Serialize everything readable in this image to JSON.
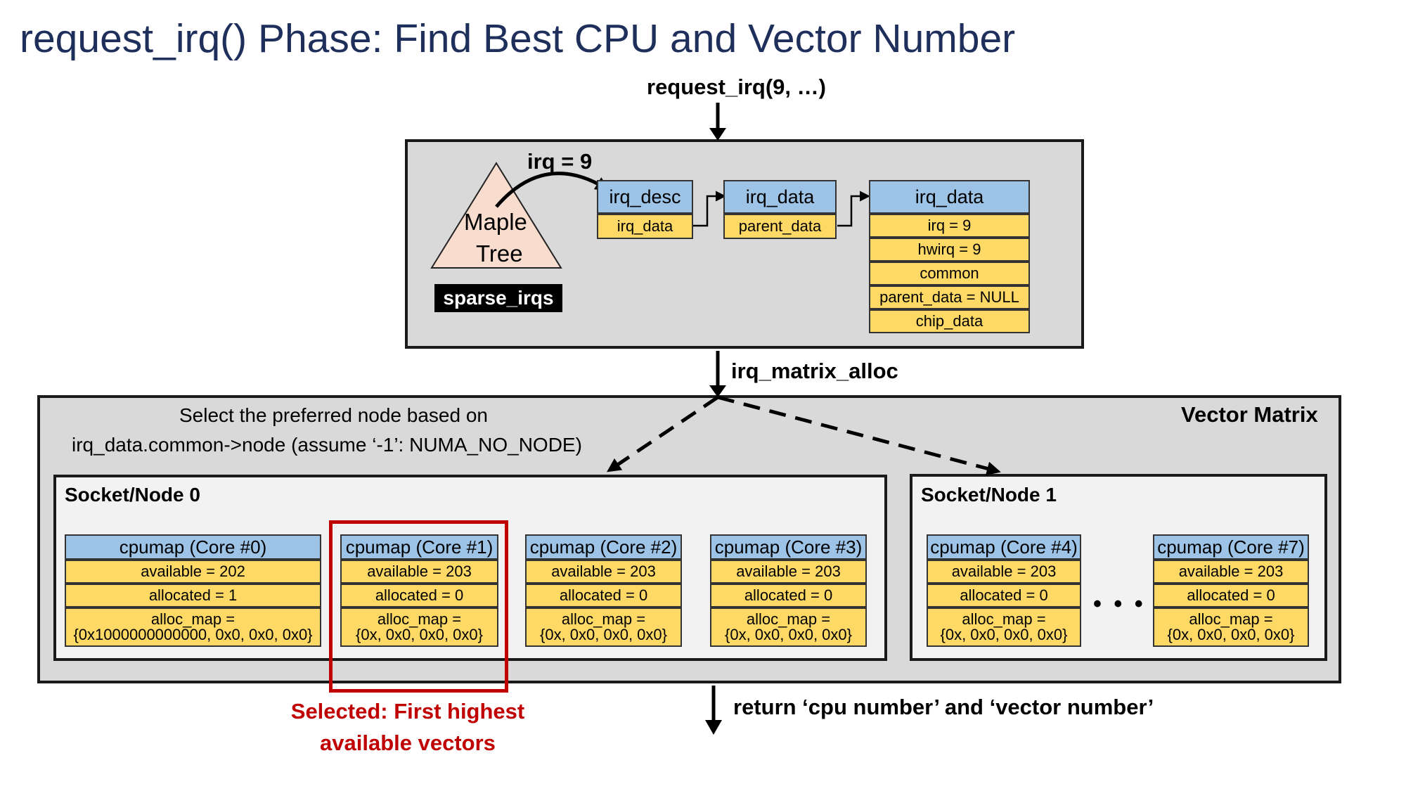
{
  "title": "request_irq() Phase: Find Best CPU and Vector Number",
  "entry_call": "request_irq(9, …)",
  "irq_label": "irq = 9",
  "maple_tree": {
    "line1": "Maple",
    "line2": "Tree",
    "tag": "sparse_irqs"
  },
  "irq_desc": {
    "header": "irq_desc",
    "field": "irq_data"
  },
  "irq_data_mid": {
    "header": "irq_data",
    "field": "parent_data"
  },
  "irq_data_right": {
    "header": "irq_data",
    "fields": [
      "irq = 9",
      "hwirq = 9",
      "common",
      "parent_data = NULL",
      "chip_data"
    ]
  },
  "matrix_call": "irq_matrix_alloc",
  "vector_matrix_label": "Vector Matrix",
  "node_select_text": {
    "line1": "Select the preferred node based on",
    "line2": "irq_data.common->node (assume ‘-1’: NUMA_NO_NODE)"
  },
  "nodes": [
    {
      "label": "Socket/Node 0"
    },
    {
      "label": "Socket/Node 1"
    }
  ],
  "cpumaps": [
    {
      "header": "cpumap (Core #0)",
      "available": "available = 202",
      "allocated": "allocated = 1",
      "alloc_map_label": "alloc_map =",
      "alloc_map_value": "{0x1000000000000, 0x0, 0x0, 0x0}"
    },
    {
      "header": "cpumap (Core #1)",
      "available": "available = 203",
      "allocated": "allocated = 0",
      "alloc_map_label": "alloc_map =",
      "alloc_map_value": "{0x, 0x0, 0x0, 0x0}"
    },
    {
      "header": "cpumap (Core #2)",
      "available": "available = 203",
      "allocated": "allocated = 0",
      "alloc_map_label": "alloc_map =",
      "alloc_map_value": "{0x, 0x0, 0x0, 0x0}"
    },
    {
      "header": "cpumap (Core #3)",
      "available": "available = 203",
      "allocated": "allocated = 0",
      "alloc_map_label": "alloc_map =",
      "alloc_map_value": "{0x, 0x0, 0x0, 0x0}"
    },
    {
      "header": "cpumap (Core #4)",
      "available": "available = 203",
      "allocated": "allocated = 0",
      "alloc_map_label": "alloc_map =",
      "alloc_map_value": "{0x, 0x0, 0x0, 0x0}"
    },
    {
      "header": "cpumap (Core #7)",
      "available": "available = 203",
      "allocated": "allocated = 0",
      "alloc_map_label": "alloc_map =",
      "alloc_map_value": "{0x, 0x0, 0x0, 0x0}"
    }
  ],
  "ellipsis": "• • •",
  "selected_note": {
    "line1": "Selected: First highest",
    "line2": "available vectors"
  },
  "return_text": "return ‘cpu number’ and ‘vector number’",
  "colors": {
    "title": "#1f2f5c",
    "header_fill": "#9dc3e6",
    "row_fill": "#ffd966",
    "triangle_fill": "#f8dccd",
    "highlight": "#c00000"
  }
}
